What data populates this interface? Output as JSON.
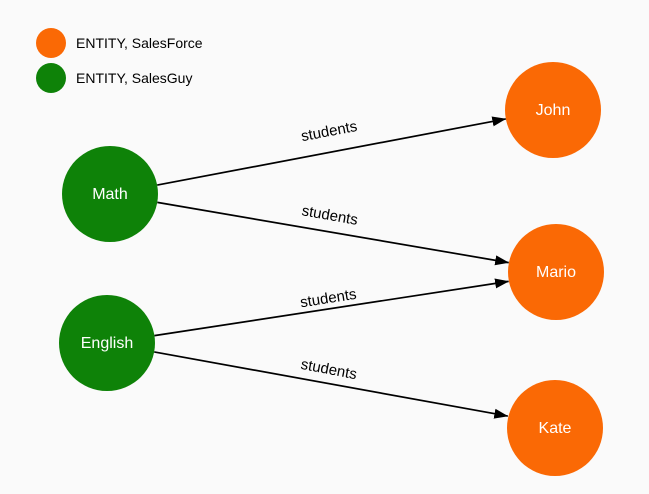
{
  "canvas": {
    "background": "#fafafa"
  },
  "colors": {
    "entity_salesforce": "#fa6905",
    "entity_salesguy": "#0e8208",
    "edge": "#000000",
    "node_label": "#ffffff",
    "text": "#000000"
  },
  "legend": {
    "items": [
      {
        "label": "ENTITY, SalesForce",
        "swatch": "orange-circle",
        "color_key": "entity_salesforce"
      },
      {
        "label": "ENTITY, SalesGuy",
        "swatch": "green-circle",
        "color_key": "entity_salesguy"
      }
    ]
  },
  "graph": {
    "nodes": [
      {
        "label": "Math",
        "entity": "SalesGuy"
      },
      {
        "label": "English",
        "entity": "SalesGuy"
      },
      {
        "label": "John",
        "entity": "SalesForce"
      },
      {
        "label": "Mario",
        "entity": "SalesForce"
      },
      {
        "label": "Kate",
        "entity": "SalesForce"
      }
    ],
    "edges": [
      {
        "from": "Math",
        "to": "John",
        "label": "students"
      },
      {
        "from": "Math",
        "to": "Mario",
        "label": "students"
      },
      {
        "from": "English",
        "to": "Mario",
        "label": "students"
      },
      {
        "from": "English",
        "to": "Kate",
        "label": "students"
      }
    ]
  }
}
